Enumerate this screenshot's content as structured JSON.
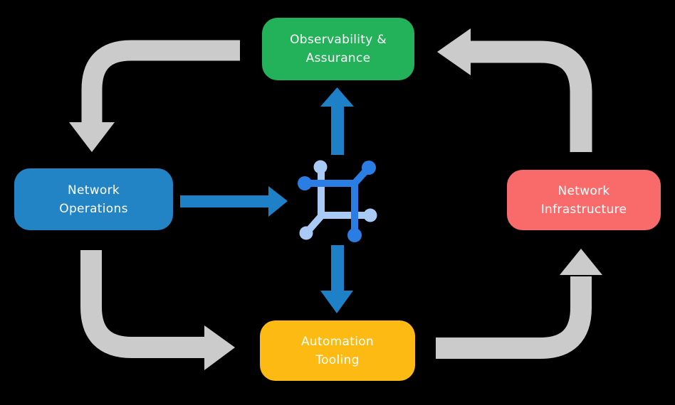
{
  "diagram": {
    "nodes": {
      "observability": {
        "line1": "Observability &",
        "line2": "Assurance"
      },
      "operations": {
        "line1": "Network",
        "line2": "Operations"
      },
      "infrastructure": {
        "line1": "Network",
        "line2": "Infrastructure"
      },
      "tooling": {
        "line1": "Automation",
        "line2": "Tooling"
      }
    },
    "hub_icon": "network-mesh-icon",
    "gray_cycle_arrows": [
      "observability -> operations",
      "operations -> tooling",
      "tooling -> infrastructure",
      "infrastructure -> observability"
    ],
    "blue_arrows": [
      "operations -> hub",
      "hub -> observability",
      "hub -> tooling"
    ]
  },
  "colors": {
    "background": "#000000",
    "observability_green": "#23b159",
    "operations_blue": "#2283c5",
    "infrastructure_red": "#f96b6b",
    "tooling_yellow": "#fcba12",
    "flow_arrow_gray": "#cbcbcb",
    "link_arrow_blue": "#1e81c8",
    "icon_blue_dark": "#2a7de2",
    "icon_blue_light": "#a9caf5",
    "node_text": "#ffffff"
  }
}
